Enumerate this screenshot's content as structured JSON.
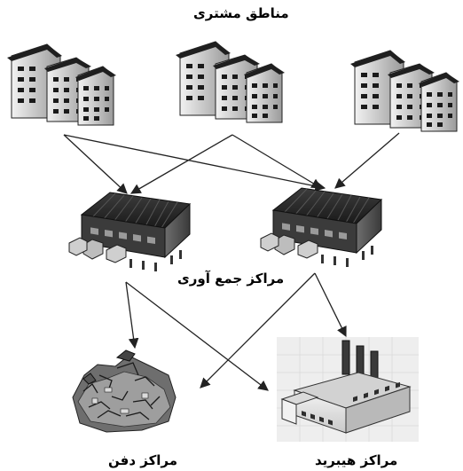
{
  "labels": {
    "customers": "مناطق مشتری",
    "collection": "مراکز جمع آوری",
    "landfill": "مراکز دفن",
    "hybrid": "مراکز هیبرید"
  },
  "nodes": [
    {
      "id": "customer-1",
      "group": "customers",
      "icon": "apartment-buildings-icon"
    },
    {
      "id": "customer-2",
      "group": "customers",
      "icon": "apartment-buildings-icon"
    },
    {
      "id": "customer-3",
      "group": "customers",
      "icon": "apartment-buildings-icon"
    },
    {
      "id": "collection-1",
      "group": "collection",
      "icon": "warehouse-icon"
    },
    {
      "id": "collection-2",
      "group": "collection",
      "icon": "warehouse-icon"
    },
    {
      "id": "landfill-1",
      "group": "landfill",
      "icon": "landfill-debris-icon"
    },
    {
      "id": "hybrid-1",
      "group": "hybrid",
      "icon": "factory-icon"
    }
  ],
  "edges": [
    {
      "from": "customer-1",
      "to": "collection-1"
    },
    {
      "from": "customer-1",
      "to": "collection-2"
    },
    {
      "from": "customer-2",
      "to": "collection-1"
    },
    {
      "from": "customer-2",
      "to": "collection-2"
    },
    {
      "from": "customer-3",
      "to": "collection-2"
    },
    {
      "from": "collection-1",
      "to": "landfill-1"
    },
    {
      "from": "collection-1",
      "to": "hybrid-1"
    },
    {
      "from": "collection-2",
      "to": "landfill-1"
    },
    {
      "from": "collection-2",
      "to": "hybrid-1"
    }
  ]
}
